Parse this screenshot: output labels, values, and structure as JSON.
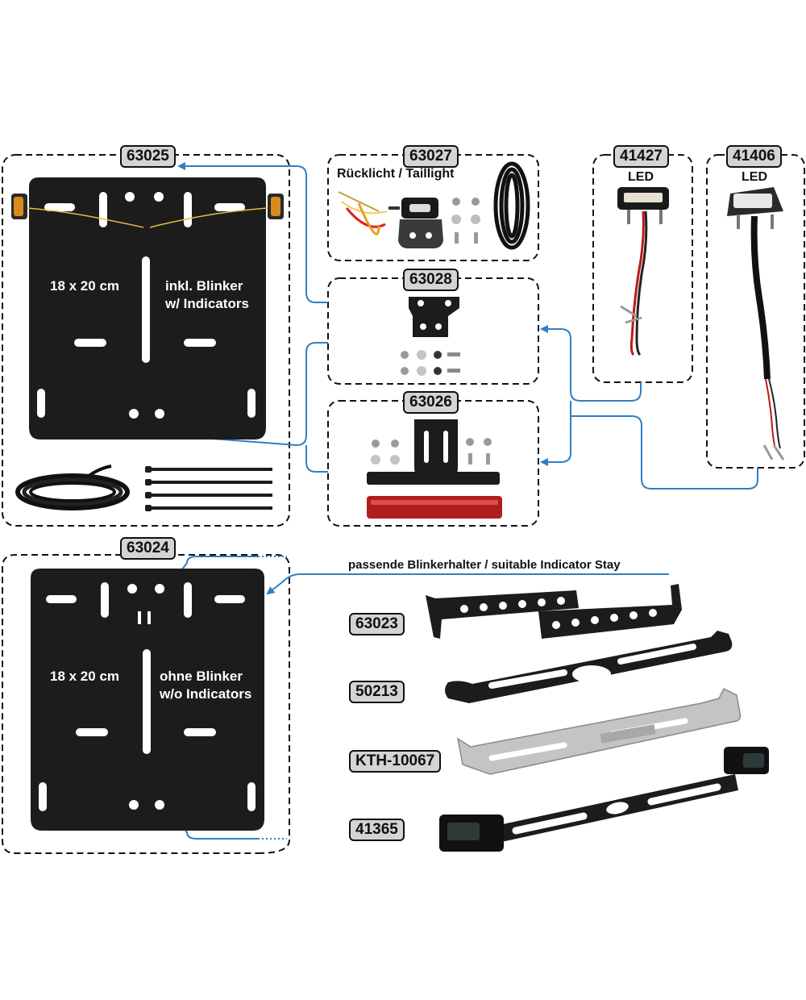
{
  "kits": {
    "k63025": {
      "part_number": "63025",
      "size": "18 x 20 cm",
      "feature_line1": "inkl. Blinker",
      "feature_line2": "w/ Indicators"
    },
    "k63027": {
      "part_number": "63027",
      "title": "Rücklicht / Taillight"
    },
    "k63028": {
      "part_number": "63028"
    },
    "k63026": {
      "part_number": "63026"
    },
    "k41427": {
      "part_number": "41427",
      "led_label": "LED"
    },
    "k41406": {
      "part_number": "41406",
      "led_label": "LED"
    },
    "k63024": {
      "part_number": "63024",
      "size": "18 x 20 cm",
      "feature_line1": "ohne Blinker",
      "feature_line2": "w/o Indicators"
    }
  },
  "indicator_stays": {
    "heading": "passende Blinkerhalter / suitable Indicator Stay",
    "items": [
      {
        "part_number": "63023"
      },
      {
        "part_number": "50213"
      },
      {
        "part_number": "KTH-10067"
      },
      {
        "part_number": "41365"
      }
    ]
  },
  "colors": {
    "connector_blue": "#2f7fc4",
    "plate_black": "#1c1c1c",
    "tag_gray": "#d4d4d4",
    "reflector_red": "#b01e1e",
    "indicator_amber": "#d88a1c"
  }
}
